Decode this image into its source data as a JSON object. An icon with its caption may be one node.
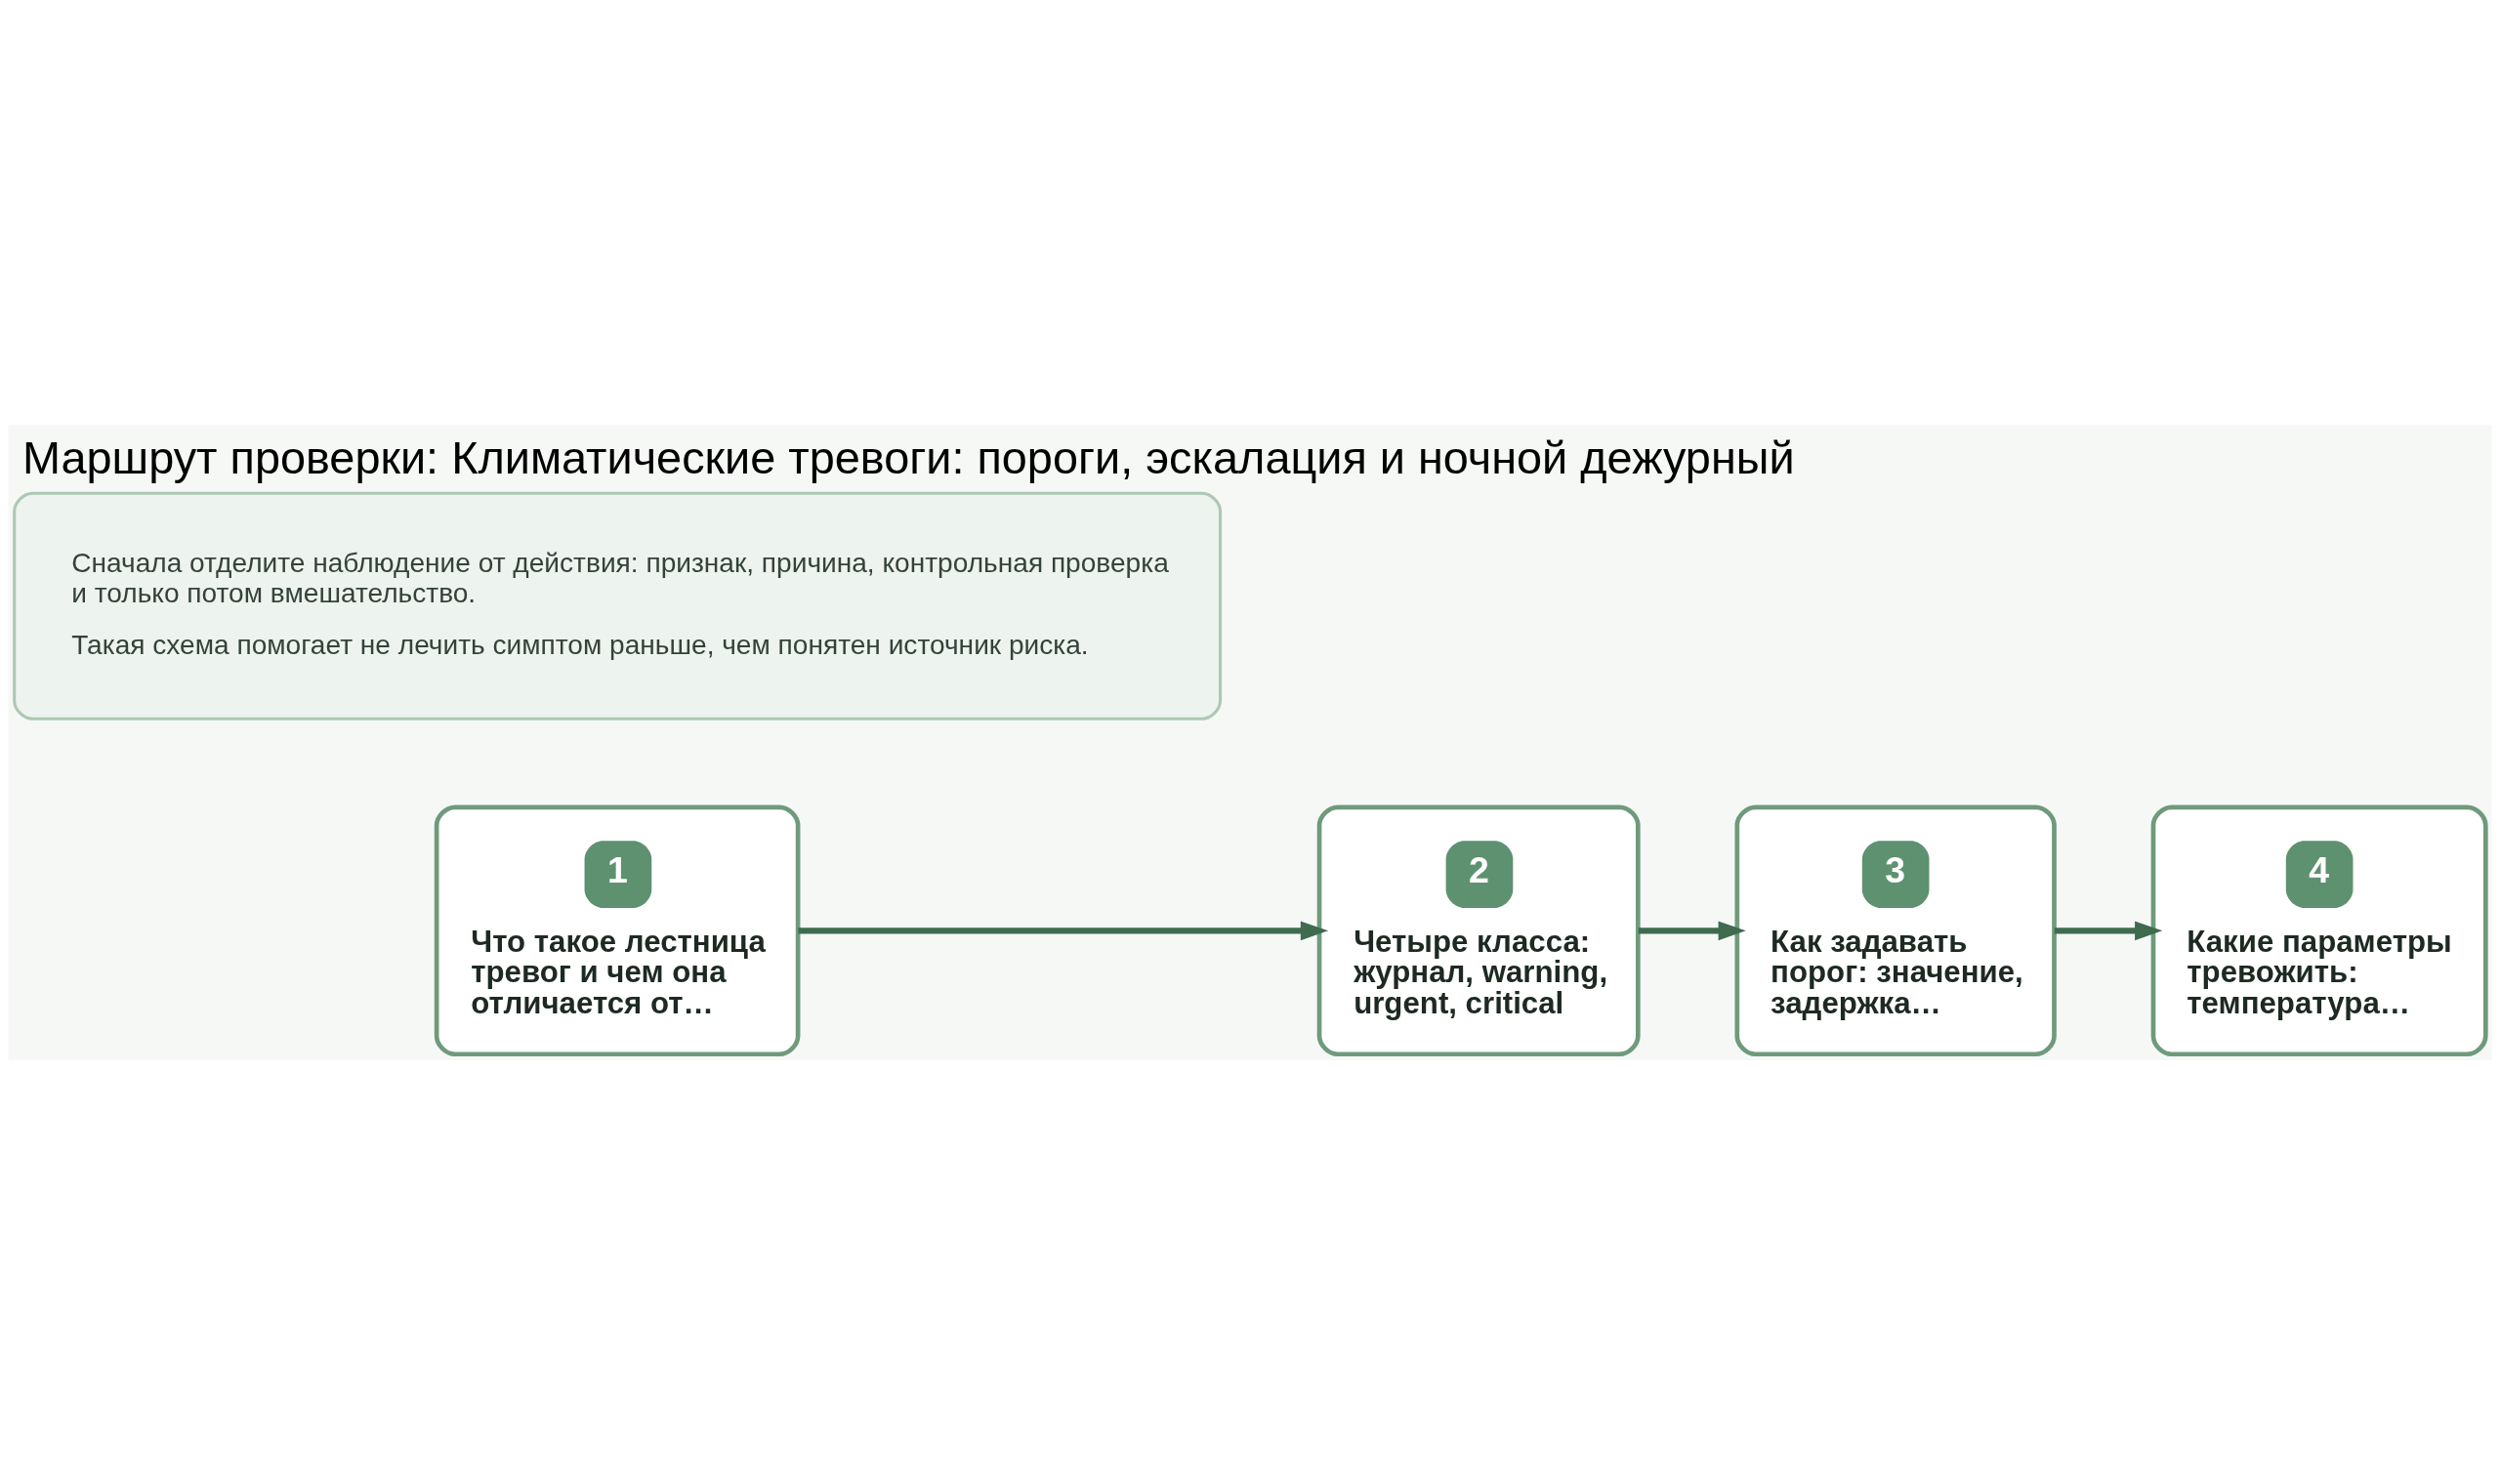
{
  "diagram": {
    "title": "Маршрут проверки: Климатические тревоги: пороги, эскалация и ночной дежурный",
    "nodes": [
      {
        "text": [
          "1",
          "Что такое лестница тревог и чем она отличается от…"
        ]
      },
      {
        "text": [
          "2",
          "Четыре класса: журнал, warning, urgent, critical"
        ]
      },
      {
        "text": [
          "3",
          "Как задавать порог: значение, задержка…"
        ]
      },
      {
        "text": [
          "4",
          "Какие параметры тревожить: температура…"
        ]
      },
      {
        "text": [
          "Сначала отделите наблюдение от действия: признак, причина, контрольная проверка и только потом вмешательство.",
          "Такая схема помогает не лечить симптом раньше, чем понятен источник риска."
        ]
      }
    ],
    "edges": [
      {
        "from": 0,
        "to": 1,
        "arrow": "to"
      },
      {
        "from": 1,
        "to": 2,
        "arrow": "to"
      },
      {
        "from": 2,
        "to": 3,
        "arrow": "to"
      }
    ]
  }
}
